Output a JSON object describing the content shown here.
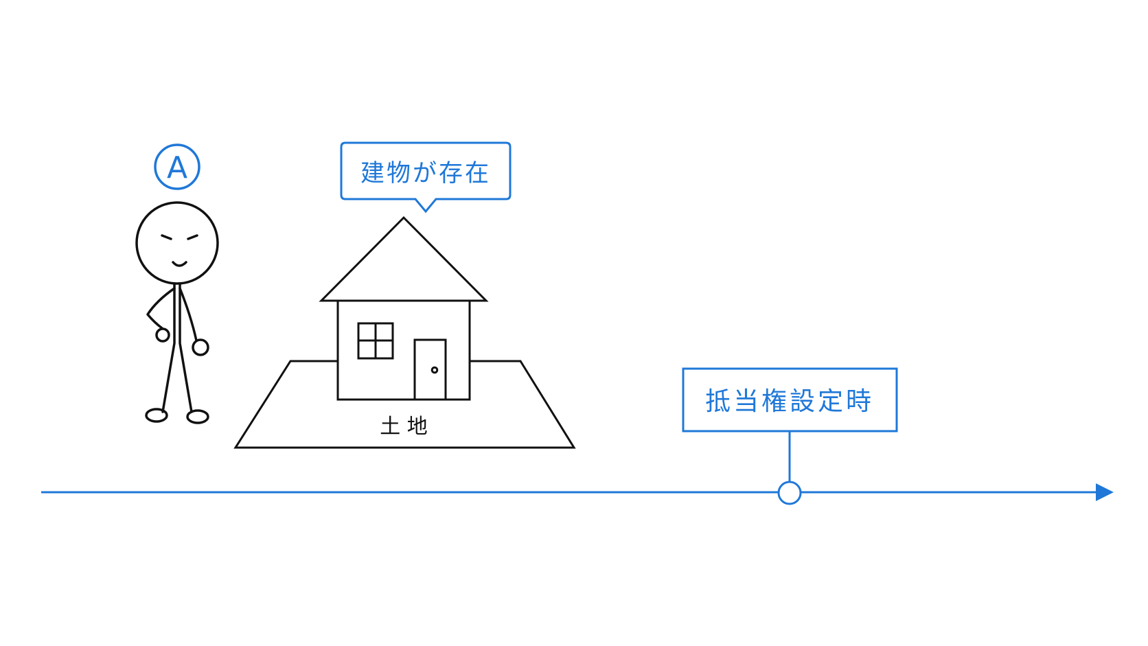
{
  "person": {
    "badge_label": "A"
  },
  "building_callout": {
    "text": "建物が存在"
  },
  "land": {
    "label": "土 地"
  },
  "timeline": {
    "event_label": "抵当権設定時"
  },
  "colors": {
    "accent": "#1f78d8",
    "ink": "#111111",
    "background": "#ffffff"
  }
}
